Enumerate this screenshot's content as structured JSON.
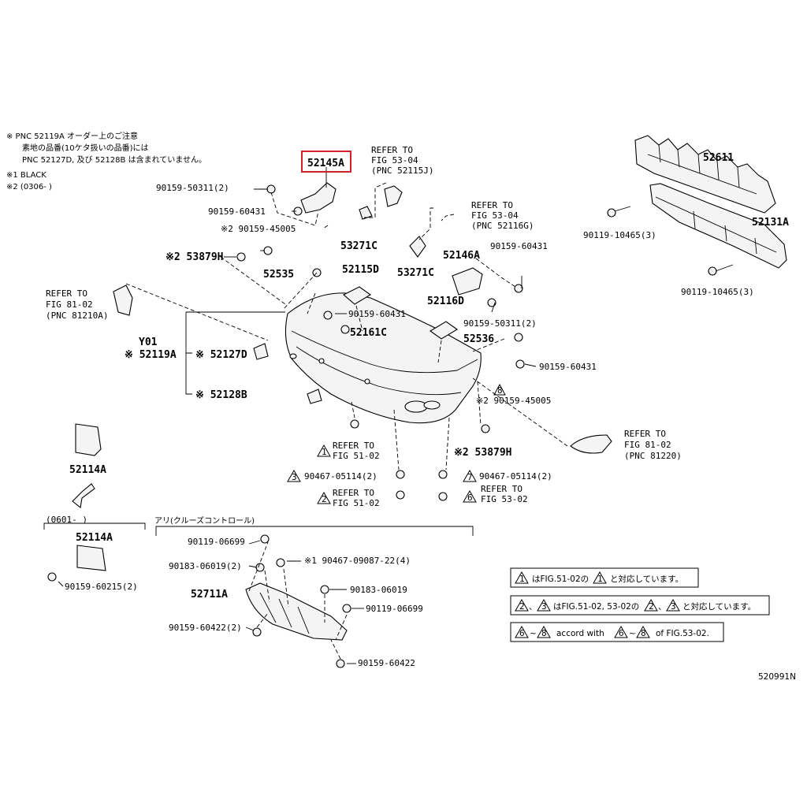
{
  "notes": {
    "header_line1": "※  PNC 52119A オーダー上のご注意",
    "header_line2": "素地の品番(10ケタ扱いの品番)には",
    "header_line3": "PNC 52127D, 及び 52128B は含まれていません。",
    "footnote1": "※1 BLACK",
    "footnote2": "※2 (0306-      )"
  },
  "labels": {
    "p52145A": "52145A",
    "refer_a1": "REFER TO",
    "refer_a2": "FIG 53-04",
    "refer_a3": "(PNC 52115J)",
    "p52611": "52611",
    "bolt_50311_2_top": "90159-50311(2)",
    "bolt_60431_top": "90159-60431",
    "refer_b1": "REFER TO",
    "refer_b2": "FIG 53-04",
    "refer_b3": "(PNC 52116G)",
    "p52131A": "52131A",
    "bolt_10465_3_top": "90119-10465(3)",
    "bolt_45005_left": "※2 90159-45005",
    "p53271C_left": "53271C",
    "p53879H_left": "※2 53879H",
    "p53271C_right": "53271C",
    "p52146A": "52146A",
    "bolt_60431_right": "90159-60431",
    "bolt_10465_3_right": "90119-10465(3)",
    "p52535": "52535",
    "p52115D": "52115D",
    "refer_c1": "REFER TO",
    "refer_c2": "FIG 81-02",
    "refer_c3": "(PNC 81210A)",
    "p52116D": "52116D",
    "bolt_60431_mid": "90159-60431",
    "bolt_50311_2_right": "90159-50311(2)",
    "p52161C": "52161C",
    "y01": "Y01",
    "p52119A": "※ 52119A",
    "p52127D": "※ 52127D",
    "p52536": "52536",
    "bolt_60431_far_right": "90159-60431",
    "p52128B": "※ 52128B",
    "tri8": "8",
    "bolt_45005_right": "※2 90159-45005",
    "refer_d1": "REFER TO",
    "refer_d2": "FIG 81-02",
    "refer_d3": "(PNC 81220)",
    "p52114A_top": "52114A",
    "tri1": "1",
    "refer_e1": "REFER TO",
    "refer_e2": "FIG 51-02",
    "p53879H_right": "※2 53879H",
    "tri3": "3",
    "clip_05114_left": "90467-05114(2)",
    "tri7": "7",
    "clip_05114_right": "90467-05114(2)",
    "tri2": "2",
    "refer_f1": "REFER TO",
    "refer_f2": "FIG 51-02",
    "tri6": "6",
    "refer_g1": "REFER TO",
    "refer_g2": "FIG 53-02",
    "range_left": "(0601-      )",
    "range_right": "アリ(クルーズコントロール)",
    "p52114A_bottom": "52114A",
    "bolt_06699_top": "90119-06699",
    "bolt_06019_2": "90183-06019(2)",
    "clip_09087": "※1 90467-09087-22(4)",
    "p52711A": "52711A",
    "bolt_06019": "90183-06019",
    "bolt_06699_right": "90119-06699",
    "bolt_60215_2": "90159-60215(2)",
    "bolt_60422_2": "90159-60422(2)",
    "bolt_60422": "90159-60422",
    "legend1_pre": "はFIG.51-02の",
    "legend1_post": "と対応しています。",
    "legend2_pre": "はFIG.51-02, 53-02の",
    "legend2_post": "と対応しています。",
    "legend3_mid": "accord with",
    "legend3_post": "of FIG.53-02.",
    "tilde": "~",
    "sep": "、",
    "fig_id": "520991N"
  },
  "highlight_color": "#d0202a"
}
